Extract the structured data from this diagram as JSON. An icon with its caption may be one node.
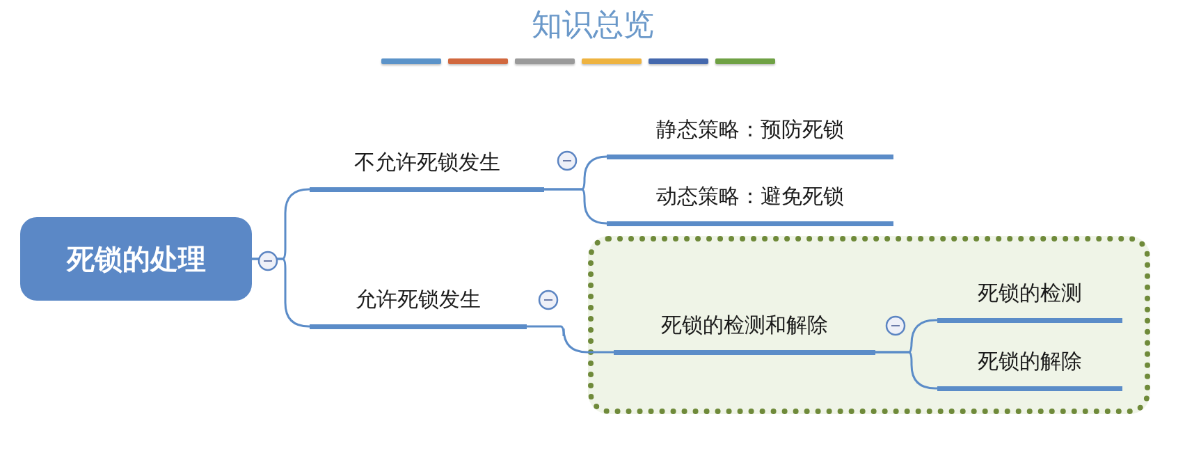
{
  "diagram": {
    "title": "知识总览",
    "nodes": [
      {
        "text": [
          "死锁的处理"
        ]
      },
      {
        "text": [
          "不允许死锁发生"
        ]
      },
      {
        "text": [
          "允许死锁发生"
        ]
      },
      {
        "text": [
          "静态策略：预防死锁"
        ]
      },
      {
        "text": [
          "动态策略：避免死锁"
        ]
      },
      {
        "text": [],
        "shape": "box"
      },
      {
        "text": [
          "死锁的检测和解除"
        ],
        "in": 5
      },
      {
        "text": [
          "死锁的检测"
        ],
        "in": 5
      },
      {
        "text": [
          "死锁的解除"
        ],
        "in": 5
      }
    ],
    "edges": [
      {
        "from": 0,
        "to": 1,
        "arrow": "none"
      },
      {
        "from": 0,
        "to": 2,
        "arrow": "none"
      },
      {
        "from": 1,
        "to": 3,
        "arrow": "none"
      },
      {
        "from": 1,
        "to": 4,
        "arrow": "none"
      },
      {
        "from": 2,
        "to": 6,
        "arrow": "none"
      },
      {
        "from": 6,
        "to": 7,
        "arrow": "none"
      },
      {
        "from": 6,
        "to": 8,
        "arrow": "none"
      }
    ]
  }
}
